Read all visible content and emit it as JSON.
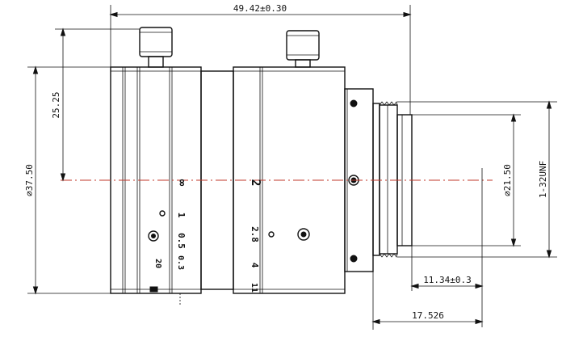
{
  "dimensions": {
    "overall_length": "49.42±0.30",
    "half_height": "25.25",
    "outer_diameter": "⌀37.50",
    "mount_diameter": "⌀21.50",
    "thread": "1-32UNF",
    "flange_back": "11.34±0.3",
    "back_focal": "17.526"
  },
  "focus_scale": [
    "∞",
    "1",
    "0.5",
    "0.3"
  ],
  "focus_scale_extra": "20",
  "iris_scale": [
    "2",
    "2.8",
    "4",
    "11"
  ]
}
